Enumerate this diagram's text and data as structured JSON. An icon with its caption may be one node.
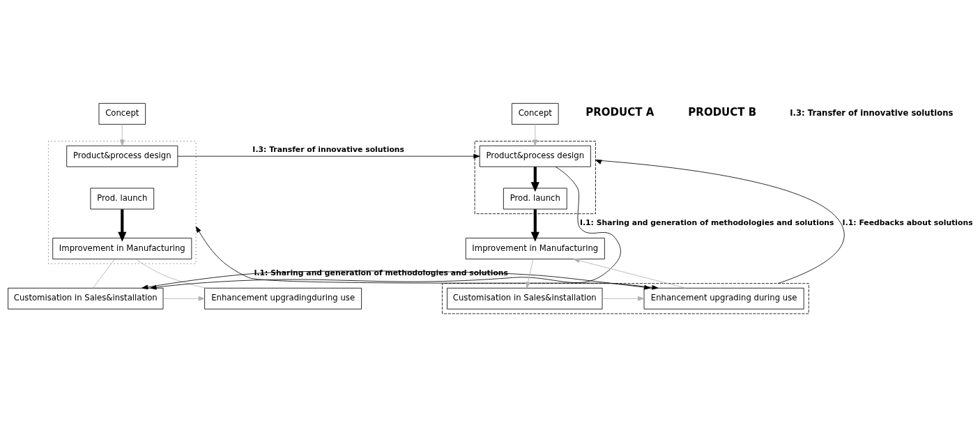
{
  "diagram": {
    "nodes": [
      {
        "text": [
          "Concept"
        ]
      },
      {
        "text": [],
        "shape": "box"
      },
      {
        "text": [
          "Product&process design"
        ],
        "in": 1
      },
      {
        "text": [
          "Prod. launch"
        ],
        "in": 1
      },
      {
        "text": [
          "Improvement in Manufacturing"
        ],
        "in": 1
      },
      {
        "text": [
          "Enhancement upgradingduring use"
        ]
      },
      {
        "text": [
          "Customisation in Sales&installation"
        ]
      },
      {
        "text": [
          "Concept"
        ]
      },
      {
        "text": [],
        "shape": "box"
      },
      {
        "text": [
          "Product&process design"
        ],
        "in": 8
      },
      {
        "text": [
          "Prod. launch"
        ],
        "in": 8
      },
      {
        "text": [
          "Improvement in Manufacturing"
        ]
      },
      {
        "text": [],
        "shape": "box"
      },
      {
        "text": [
          "Enhancement upgrading during use"
        ],
        "in": 12
      },
      {
        "text": [
          "Customisation in Sales&installation"
        ],
        "in": 12
      }
    ],
    "edges": [
      {
        "from": 0,
        "to": 2,
        "arrow": "to",
        "color": "#b0b0b0"
      },
      {
        "from": 3,
        "to": 4,
        "arrow": "to",
        "style": "thick",
        "color": "#000000"
      },
      {
        "from": 4,
        "to": 6,
        "arrow": "none",
        "color": "#b0b0b0"
      },
      {
        "from": 6,
        "to": 5,
        "arrow": "to",
        "color": "#b0b0b0"
      },
      {
        "from": 5,
        "to": 4,
        "arrow": "none",
        "color": "#b0b0b0"
      },
      {
        "from": 2,
        "to": 9,
        "arrow": "to",
        "label": "I.3: Transfer of innovative solutions",
        "color": "#000000"
      },
      {
        "from": 9,
        "to": 6,
        "arrow": "to",
        "label": "I.1: Sharing and generation of methodologies and solutions",
        "color": "#000000"
      },
      {
        "from": 1,
        "to": 13,
        "arrow": "both",
        "color": "#000000"
      },
      {
        "from": 6,
        "to": 13,
        "arrow": "both",
        "label": "I.1: Sharing and generation of methodologies and solutions",
        "color": "#000000"
      },
      {
        "from": 7,
        "to": 9,
        "arrow": "to",
        "color": "#b0b0b0"
      },
      {
        "from": 9,
        "to": 10,
        "arrow": "to",
        "style": "thick",
        "color": "#000000"
      },
      {
        "from": 10,
        "to": 11,
        "arrow": "to",
        "style": "thick",
        "color": "#000000"
      },
      {
        "from": 11,
        "to": 14,
        "arrow": "to",
        "color": "#b0b0b0"
      },
      {
        "from": 14,
        "to": 13,
        "arrow": "to",
        "color": "#b0b0b0"
      },
      {
        "from": 13,
        "to": 11,
        "arrow": "to",
        "color": "#b0b0b0"
      },
      {
        "from": 12,
        "to": 8,
        "arrow": "to",
        "label": "I.1: Feedbacks about solutions",
        "color": "#000000"
      }
    ],
    "labels": [
      "PRODUCT A",
      "PRODUCT B",
      "I.3: Transfer of innovative solutions"
    ]
  }
}
